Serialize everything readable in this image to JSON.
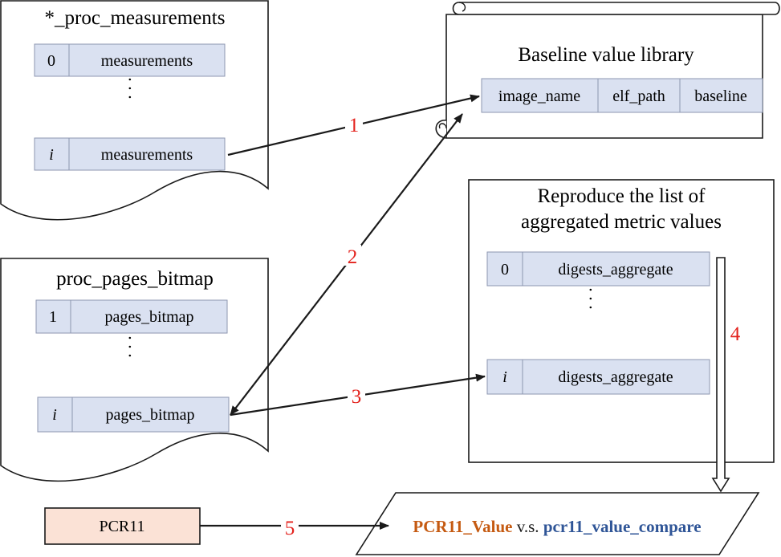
{
  "colors": {
    "cell_fill": "#dae1f1",
    "cell_stroke": "#8c96b0",
    "pcr_fill": "#fbe2d6",
    "step_label": "#e3211c",
    "pcr_value_text": "#c55a11",
    "pcr_compare_text": "#2f5597"
  },
  "proc_measurements": {
    "title": "*_proc_measurements",
    "rows": [
      {
        "index": "0",
        "value": "measurements"
      },
      {
        "index": "i",
        "value": "measurements"
      }
    ],
    "ellipsis": ". . ."
  },
  "proc_pages_bitmap": {
    "title": "proc_pages_bitmap",
    "rows": [
      {
        "index": "1",
        "value": "pages_bitmap"
      },
      {
        "index": "i",
        "value": "pages_bitmap"
      }
    ],
    "ellipsis": ". . ."
  },
  "baseline_library": {
    "title": "Baseline value library",
    "fields": [
      "image_name",
      "elf_path",
      "baseline"
    ]
  },
  "aggregate_list": {
    "title_line1": "Reproduce the list of",
    "title_line2": "aggregated metric values",
    "rows": [
      {
        "index": "0",
        "value": "digests_aggregate"
      },
      {
        "index": "i",
        "value": "digests_aggregate"
      }
    ],
    "ellipsis": ". . ."
  },
  "pcr11": {
    "label": "PCR11"
  },
  "comparison": {
    "value": "PCR11_Value",
    "vs": " v.s. ",
    "compare": "pcr11_value_compare"
  },
  "steps": [
    "1",
    "2",
    "3",
    "4",
    "5"
  ]
}
